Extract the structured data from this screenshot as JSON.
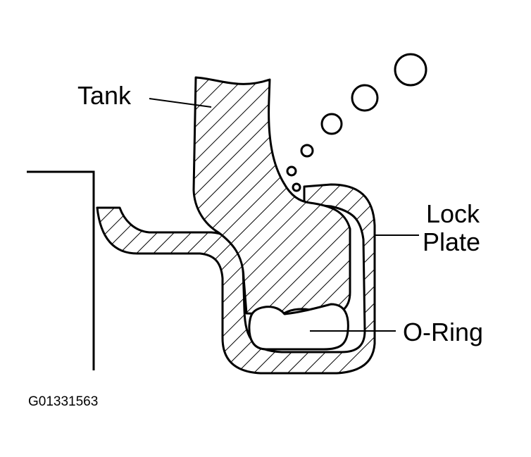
{
  "diagram": {
    "labels": {
      "tank": "Tank",
      "lock_plate_line1": "Lock",
      "lock_plate_line2": "Plate",
      "o_ring": "O-Ring"
    },
    "figure_id": "G01331563"
  }
}
